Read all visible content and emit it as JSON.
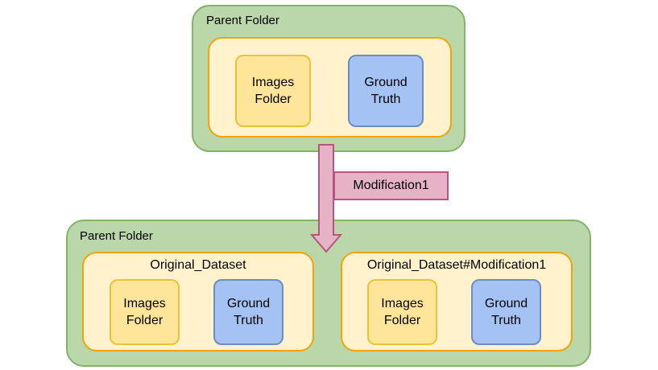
{
  "top": {
    "parent_label": "Parent Folder",
    "images": [
      "Images",
      "Folder"
    ],
    "ground_truth": [
      "Ground",
      "Truth"
    ]
  },
  "modification_label": "Modification1",
  "bottom": {
    "parent_label": "Parent Folder",
    "left": {
      "title": "Original_Dataset",
      "images": [
        "Images",
        "Folder"
      ],
      "ground_truth": [
        "Ground",
        "Truth"
      ]
    },
    "right": {
      "title": "Original_Dataset#Modification1",
      "images": [
        "Images",
        "Folder"
      ],
      "ground_truth": [
        "Ground",
        "Truth"
      ]
    }
  },
  "colors": {
    "parent_fill": "#b9d7a8",
    "parent_stroke": "#82b366",
    "dataset_fill": "#fff2cc",
    "dataset_stroke": "#f0a30a",
    "images_fill": "#ffe599",
    "ground_truth_fill": "#a4c2f4",
    "arrow_fill": "#e6b3c6",
    "arrow_stroke": "#b85480"
  }
}
